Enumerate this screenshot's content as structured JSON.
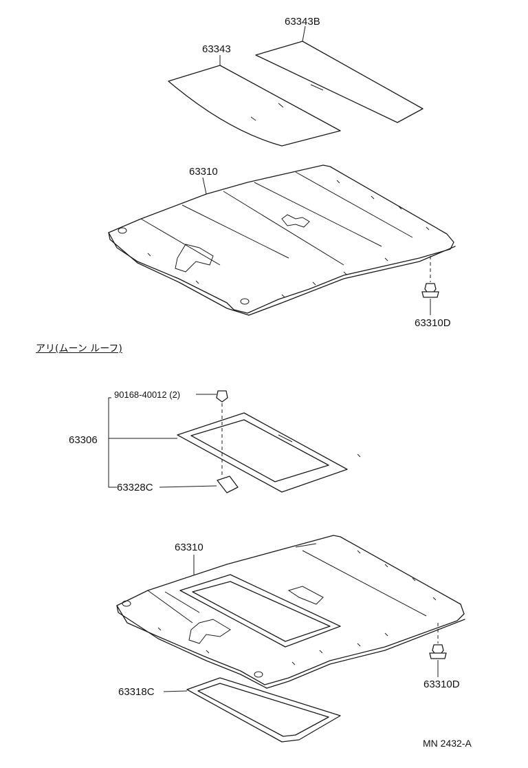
{
  "parts": {
    "p63343b": "63343B",
    "p63343": "63343",
    "p63310_top": "63310",
    "p63310d_top": "63310D",
    "note_moonroof": "アリ(ムーン ルーフ)",
    "p90168": "90168-40012 (2)",
    "p63306": "63306",
    "p63328c": "63328C",
    "p63310_bottom": "63310",
    "p63310d_bottom": "63310D",
    "p63318c": "63318C"
  },
  "diagram_code": "MN 2432-A"
}
